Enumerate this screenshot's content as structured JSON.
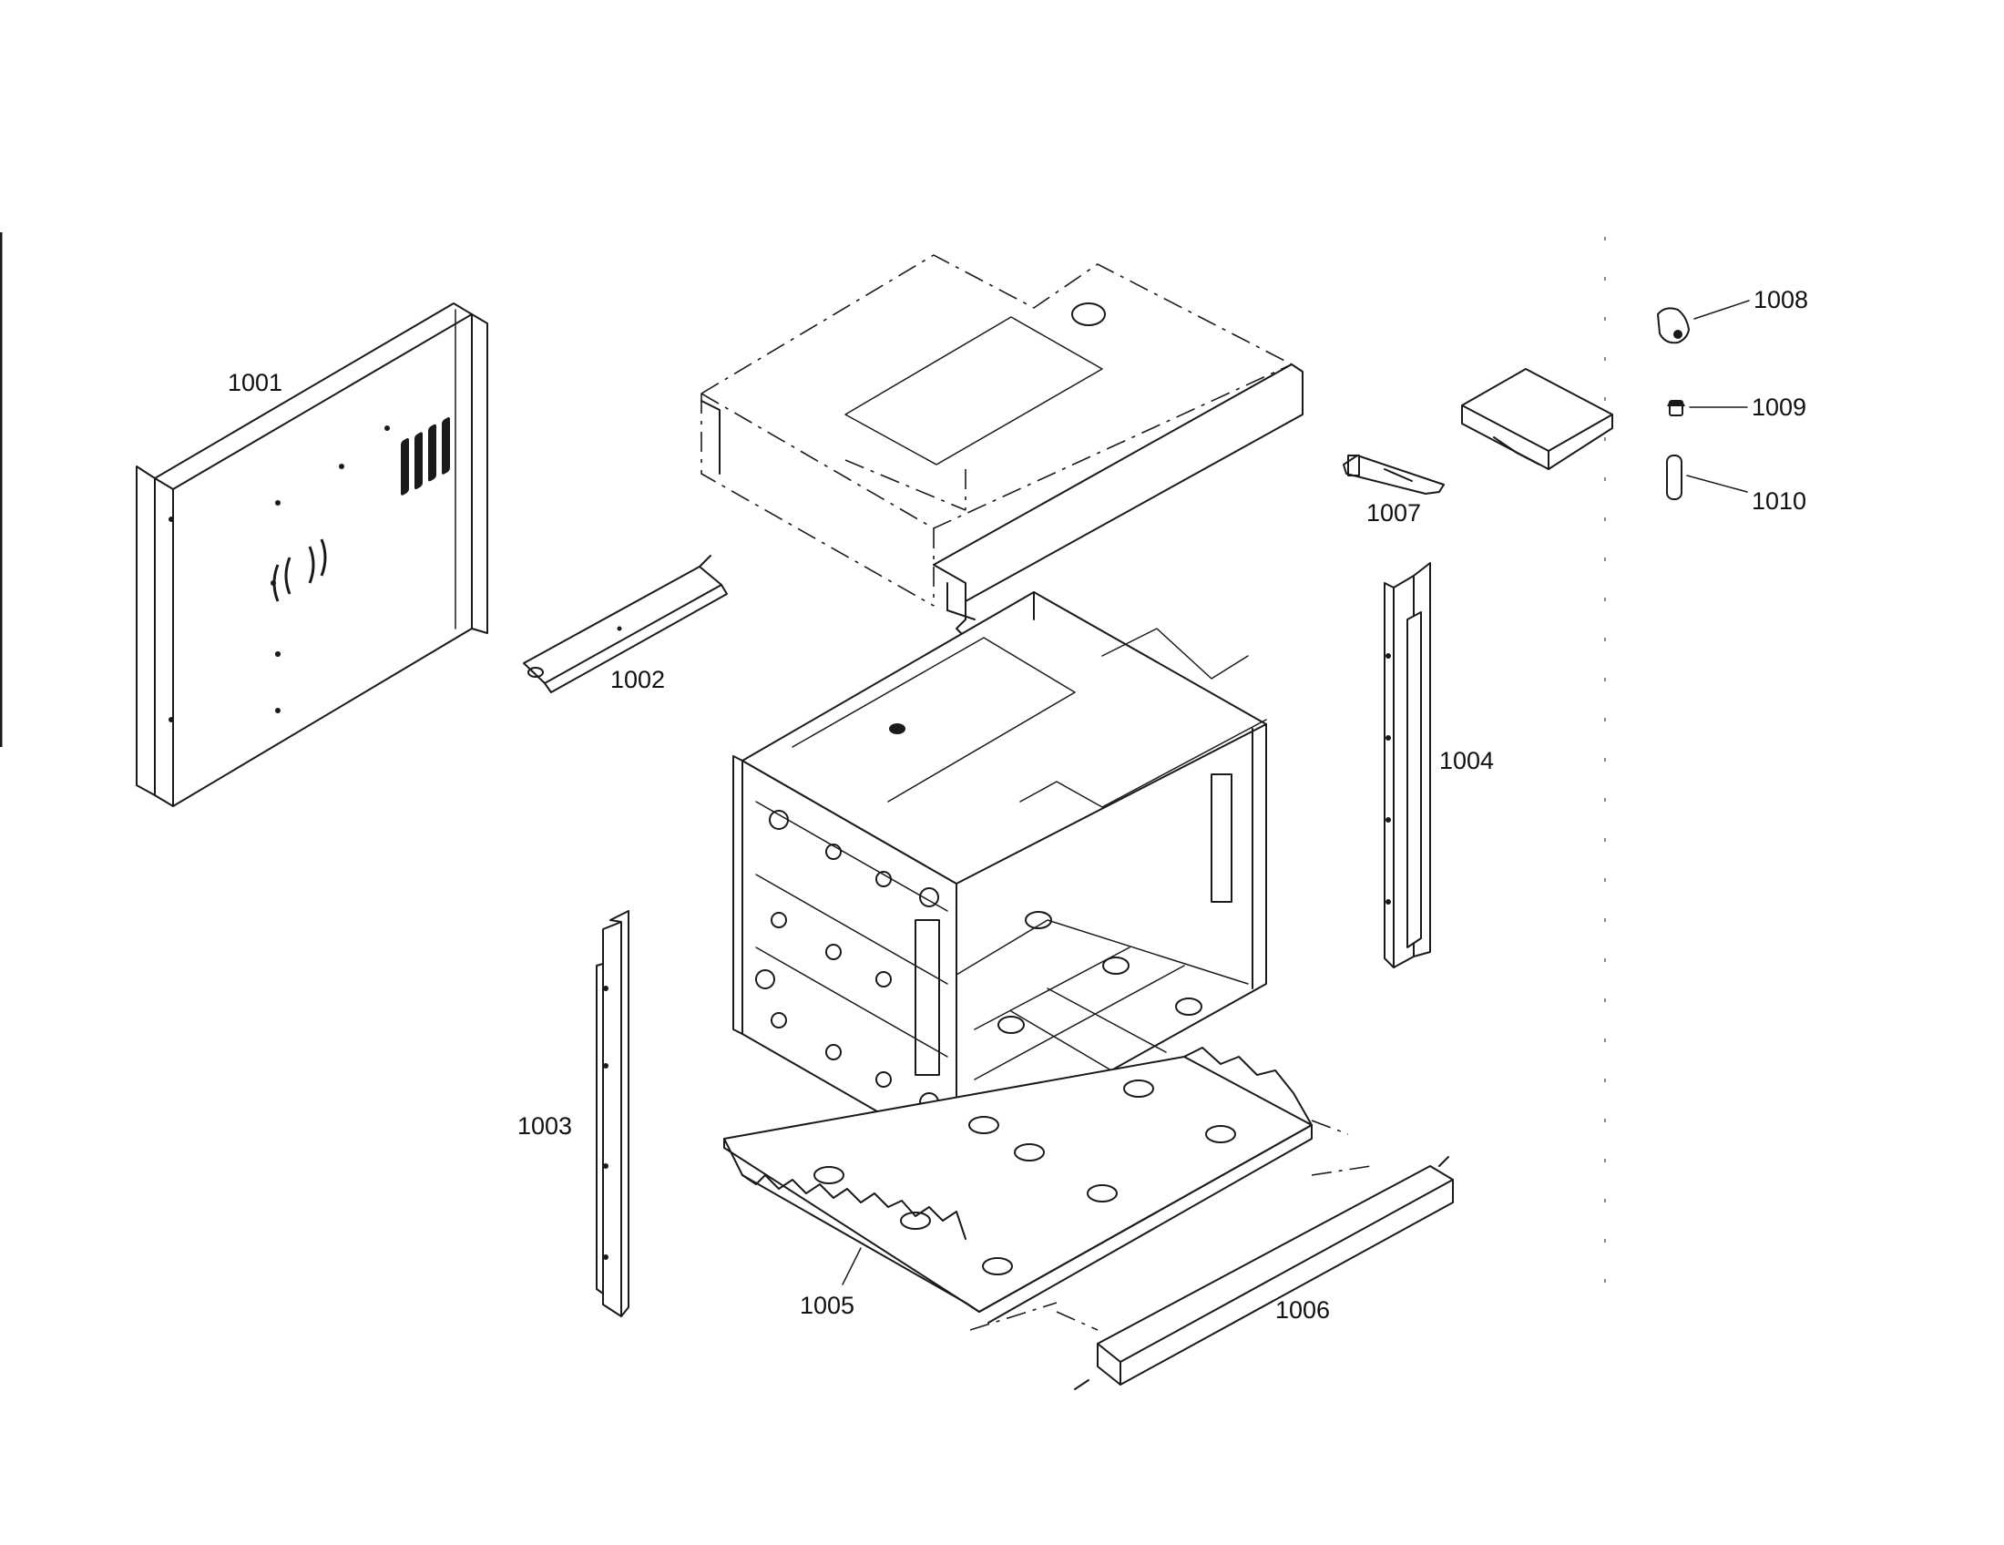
{
  "diagram": {
    "labels": {
      "p1001": "1001",
      "p1002": "1002",
      "p1003": "1003",
      "p1004": "1004",
      "p1005": "1005",
      "p1006": "1006",
      "p1007": "1007",
      "p1008": "1008",
      "p1009": "1009",
      "p1010": "1010"
    },
    "colors": {
      "line": "#1a1a1a",
      "background": "#ffffff"
    }
  }
}
